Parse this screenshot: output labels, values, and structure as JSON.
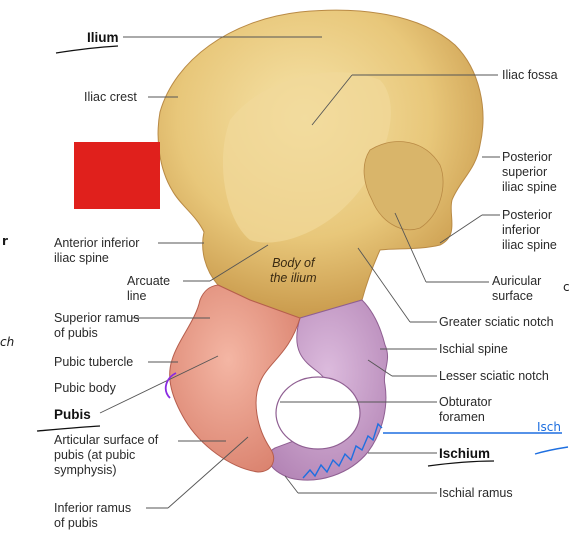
{
  "labels": {
    "ilium": "Ilium",
    "iliac_crest": "Iliac crest",
    "iliac_fossa": "Iliac fossa",
    "posterior_superior_iliac_spine": "Posterior\nsuperior\niliac spine",
    "posterior_inferior_iliac_spine": "Posterior\ninferior\niliac spine",
    "anterior_inferior_iliac_spine": "Anterior inferior\niliac spine",
    "arcuate_line": "Arcuate\nline",
    "body_of_ilium": "Body of\nthe ilium",
    "auricular_surface": "Auricular\nsurface",
    "greater_sciatic_notch": "Greater sciatic notch",
    "superior_ramus_of_pubis": "Superior ramus\nof pubis",
    "ischial_spine": "Ischial spine",
    "pubic_tubercle": "Pubic tubercle",
    "lesser_sciatic_notch": "Lesser sciatic notch",
    "pubic_body": "Pubic body",
    "pubis": "Pubis",
    "obturator_foramen": "Obturator\nforamen",
    "articular_surface": "Articular surface of\npubis (at pubic\nsymphysis)",
    "ischium": "Ischium",
    "ischial_ramus": "Ischial ramus",
    "inferior_ramus_of_pubis": "Inferior ramus\nof pubis"
  },
  "annotations": {
    "left_edge_r": "r",
    "left_edge_ch": "ch",
    "right_isch": "Isch",
    "right_edge_c": "c"
  },
  "colors": {
    "ilium_bone": "#e8c77a",
    "ischium_bone": "#c79bc8",
    "pubis_bone": "#e89a86",
    "redaction": "#e0201c",
    "ink_blue": "#1e6fe0",
    "ink_purple": "#8a2be2"
  }
}
